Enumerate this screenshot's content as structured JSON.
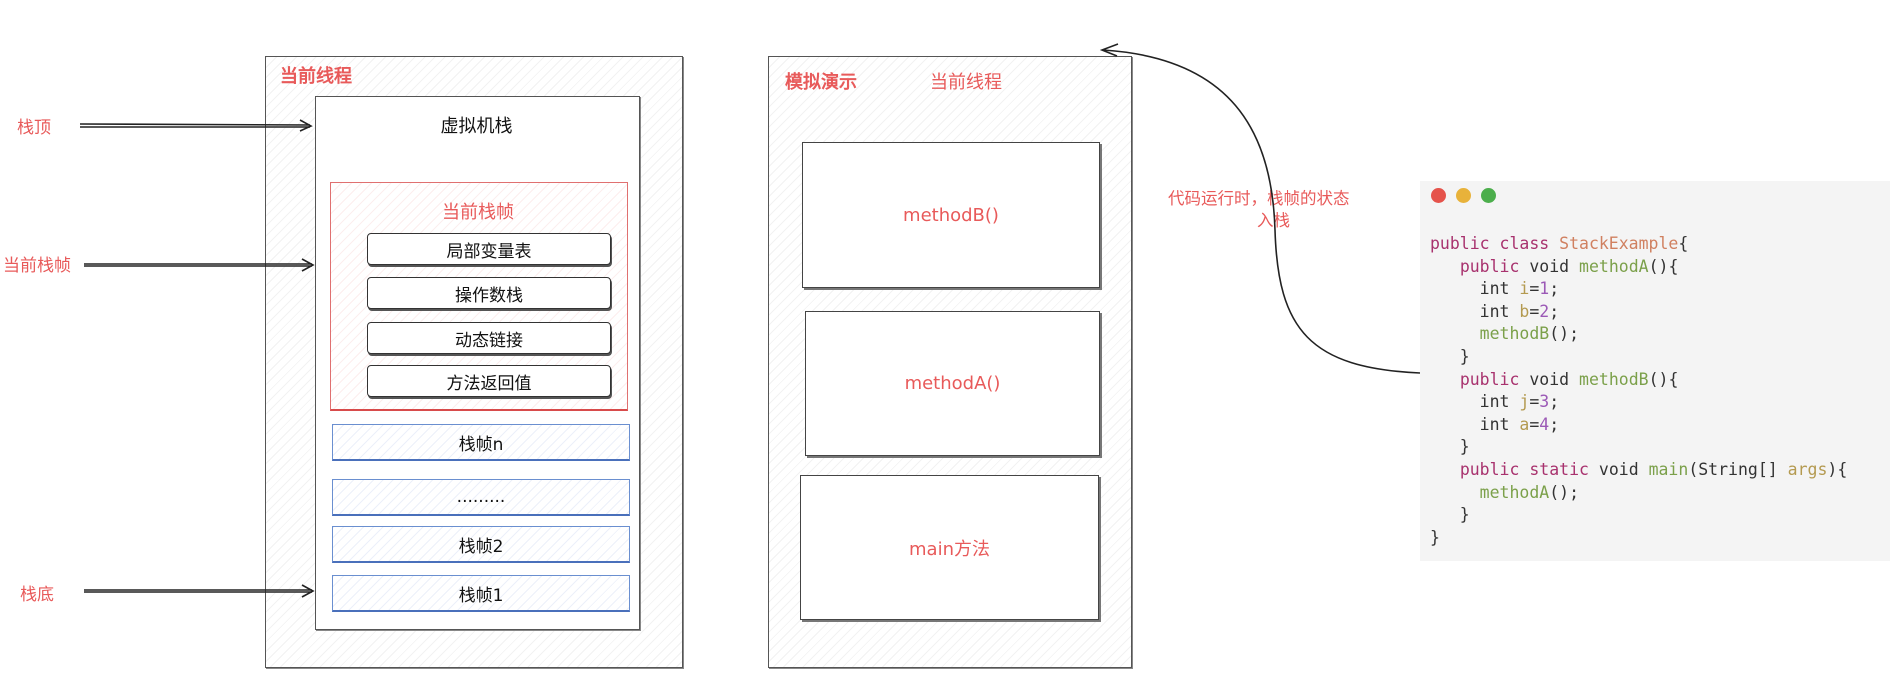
{
  "left": {
    "outer_title": "当前线程",
    "jvm_stack_title": "虚拟机栈",
    "current_frame_title": "当前栈帧",
    "frame_parts": [
      "局部变量表",
      "操作数栈",
      "动态链接",
      "方法返回值"
    ],
    "frames": [
      "栈帧n",
      ".........",
      "栈帧2",
      "栈帧1"
    ],
    "labels": {
      "top": "栈顶",
      "current": "当前栈帧",
      "bottom": "栈底"
    }
  },
  "middle": {
    "title_left": "模拟演示",
    "title_right": "当前线程",
    "methods": [
      "methodB()",
      "methodA()",
      "main方法"
    ]
  },
  "annotation": {
    "line1": "代码运行时，栈帧的状态",
    "line2": "入栈"
  },
  "code": {
    "lines": [
      "public class StackExample{",
      "   public void methodA(){",
      "     int i=1;",
      "     int b=2;",
      "     methodB();",
      "   }",
      "   public void methodB(){",
      "     int j=3;",
      "     int a=4;",
      "   }",
      "   public static void main(String[] args){",
      "     methodA();",
      "   }",
      "}"
    ],
    "window_dots": [
      "#e5534b",
      "#e8b23a",
      "#4cae4c"
    ]
  }
}
